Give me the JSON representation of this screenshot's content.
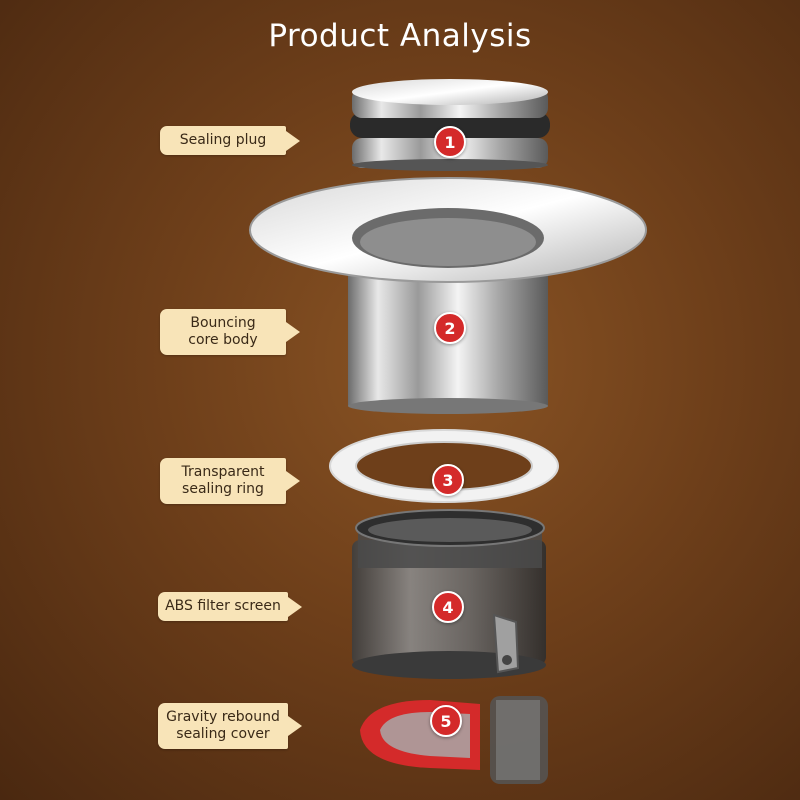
{
  "title": "Product Analysis",
  "parts": [
    {
      "number": "1",
      "label_lines": [
        "Sealing plug"
      ]
    },
    {
      "number": "2",
      "label_lines": [
        "Bouncing",
        "core body"
      ]
    },
    {
      "number": "3",
      "label_lines": [
        "Transparent",
        "sealing ring"
      ]
    },
    {
      "number": "4",
      "label_lines": [
        "ABS filter screen"
      ]
    },
    {
      "number": "5",
      "label_lines": [
        "Gravity rebound",
        "sealing cover"
      ]
    }
  ],
  "colors": {
    "background": "#6e3f1a",
    "label_fill": "#f8e4b8",
    "badge": "#d42a2a",
    "seal_red": "#d42a2a"
  }
}
